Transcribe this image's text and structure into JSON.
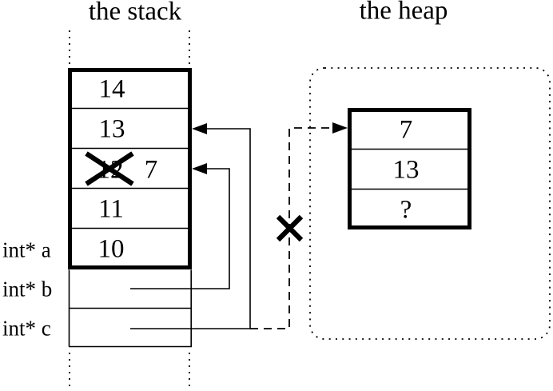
{
  "stack": {
    "title": "the stack",
    "cells": [
      {
        "value": "14"
      },
      {
        "value": "13"
      },
      {
        "value": "12",
        "crossed_out": true,
        "new_value": "7"
      },
      {
        "value": "11"
      },
      {
        "value": "10"
      }
    ],
    "pointers": [
      {
        "label": "int* a"
      },
      {
        "label": "int* b"
      },
      {
        "label": "int* c"
      }
    ]
  },
  "heap": {
    "title": "the heap",
    "cells": [
      {
        "value": "7"
      },
      {
        "value": "13"
      },
      {
        "value": "?"
      }
    ]
  },
  "colors": {
    "ink": "#000000",
    "background": "#ffffff"
  }
}
